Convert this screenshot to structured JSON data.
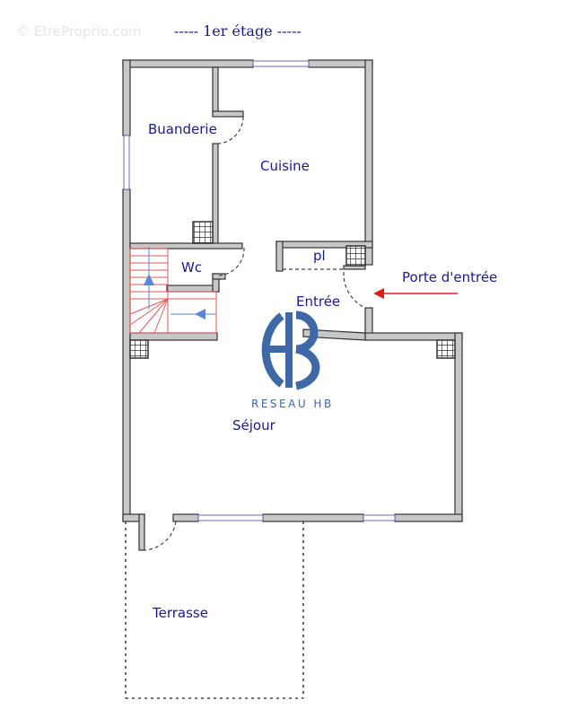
{
  "watermark": "© EtreProprio.com",
  "title": "-----  1er étage  -----",
  "rooms": {
    "buanderie": "Buanderie",
    "cuisine": "Cuisine",
    "wc": "Wc",
    "placard": "pl",
    "entree": "Entrée",
    "sejour": "Séjour",
    "terrasse": "Terrasse"
  },
  "annotations": {
    "porte_entree": "Porte d'entrée"
  },
  "logo": {
    "monogram": "HB",
    "text": "RESEAU HB",
    "color": "#3e68a6"
  },
  "colors": {
    "wall_fill": "#c8c8c8",
    "wall_stroke": "#333333",
    "label": "#1a1a8c",
    "stairs": "#e05a5a",
    "arrow_red": "#e01b1b",
    "arrow_blue": "#5a86d6",
    "window": "#6a6ab8"
  }
}
